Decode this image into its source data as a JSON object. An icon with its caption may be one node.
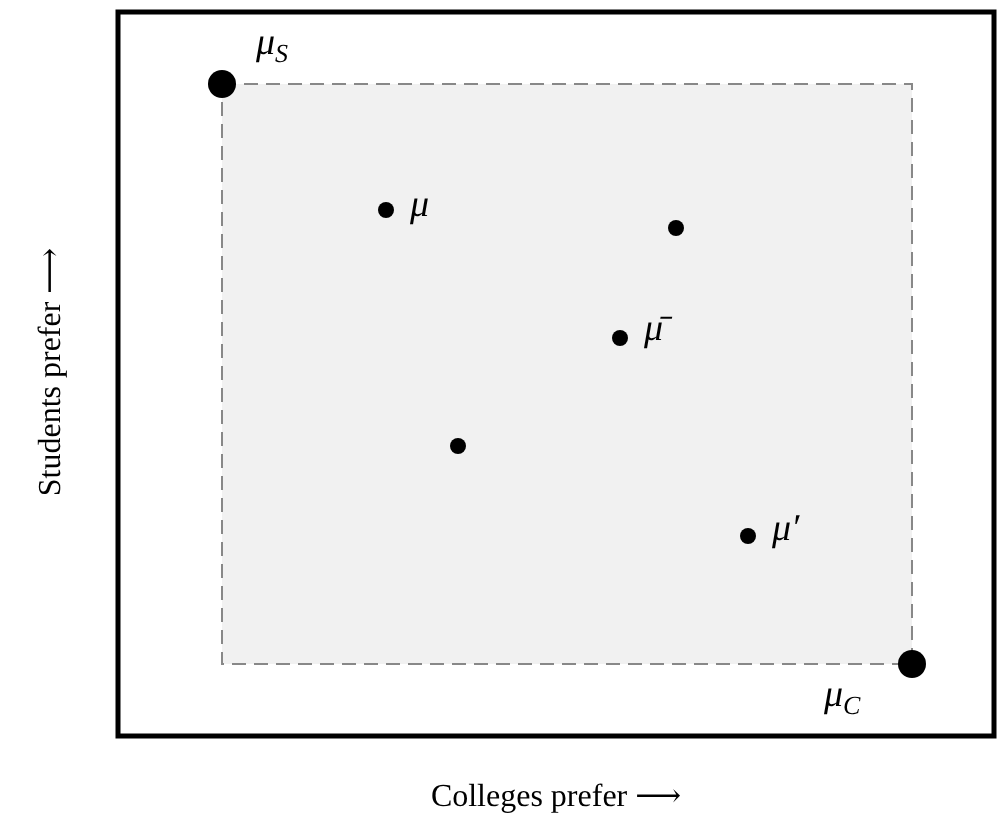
{
  "diagram": {
    "nodes": [
      {
        "text": [],
        "shape": "circle",
        "beside": [
          "μ$_{S}$"
        ]
      },
      {
        "text": [],
        "shape": "circle",
        "beside": [
          "μ"
        ]
      },
      {
        "text": [],
        "shape": "circle"
      },
      {
        "text": [],
        "shape": "circle",
        "beside": [
          "μ̄"
        ]
      },
      {
        "text": [],
        "shape": "circle"
      },
      {
        "text": [],
        "shape": "circle",
        "beside": [
          "μ′"
        ]
      },
      {
        "text": [],
        "shape": "circle",
        "beside": [
          "μ$_{C}$"
        ]
      }
    ],
    "labels": [
      "Colleges prefer ⟶",
      "Students prefer ⟶"
    ]
  }
}
